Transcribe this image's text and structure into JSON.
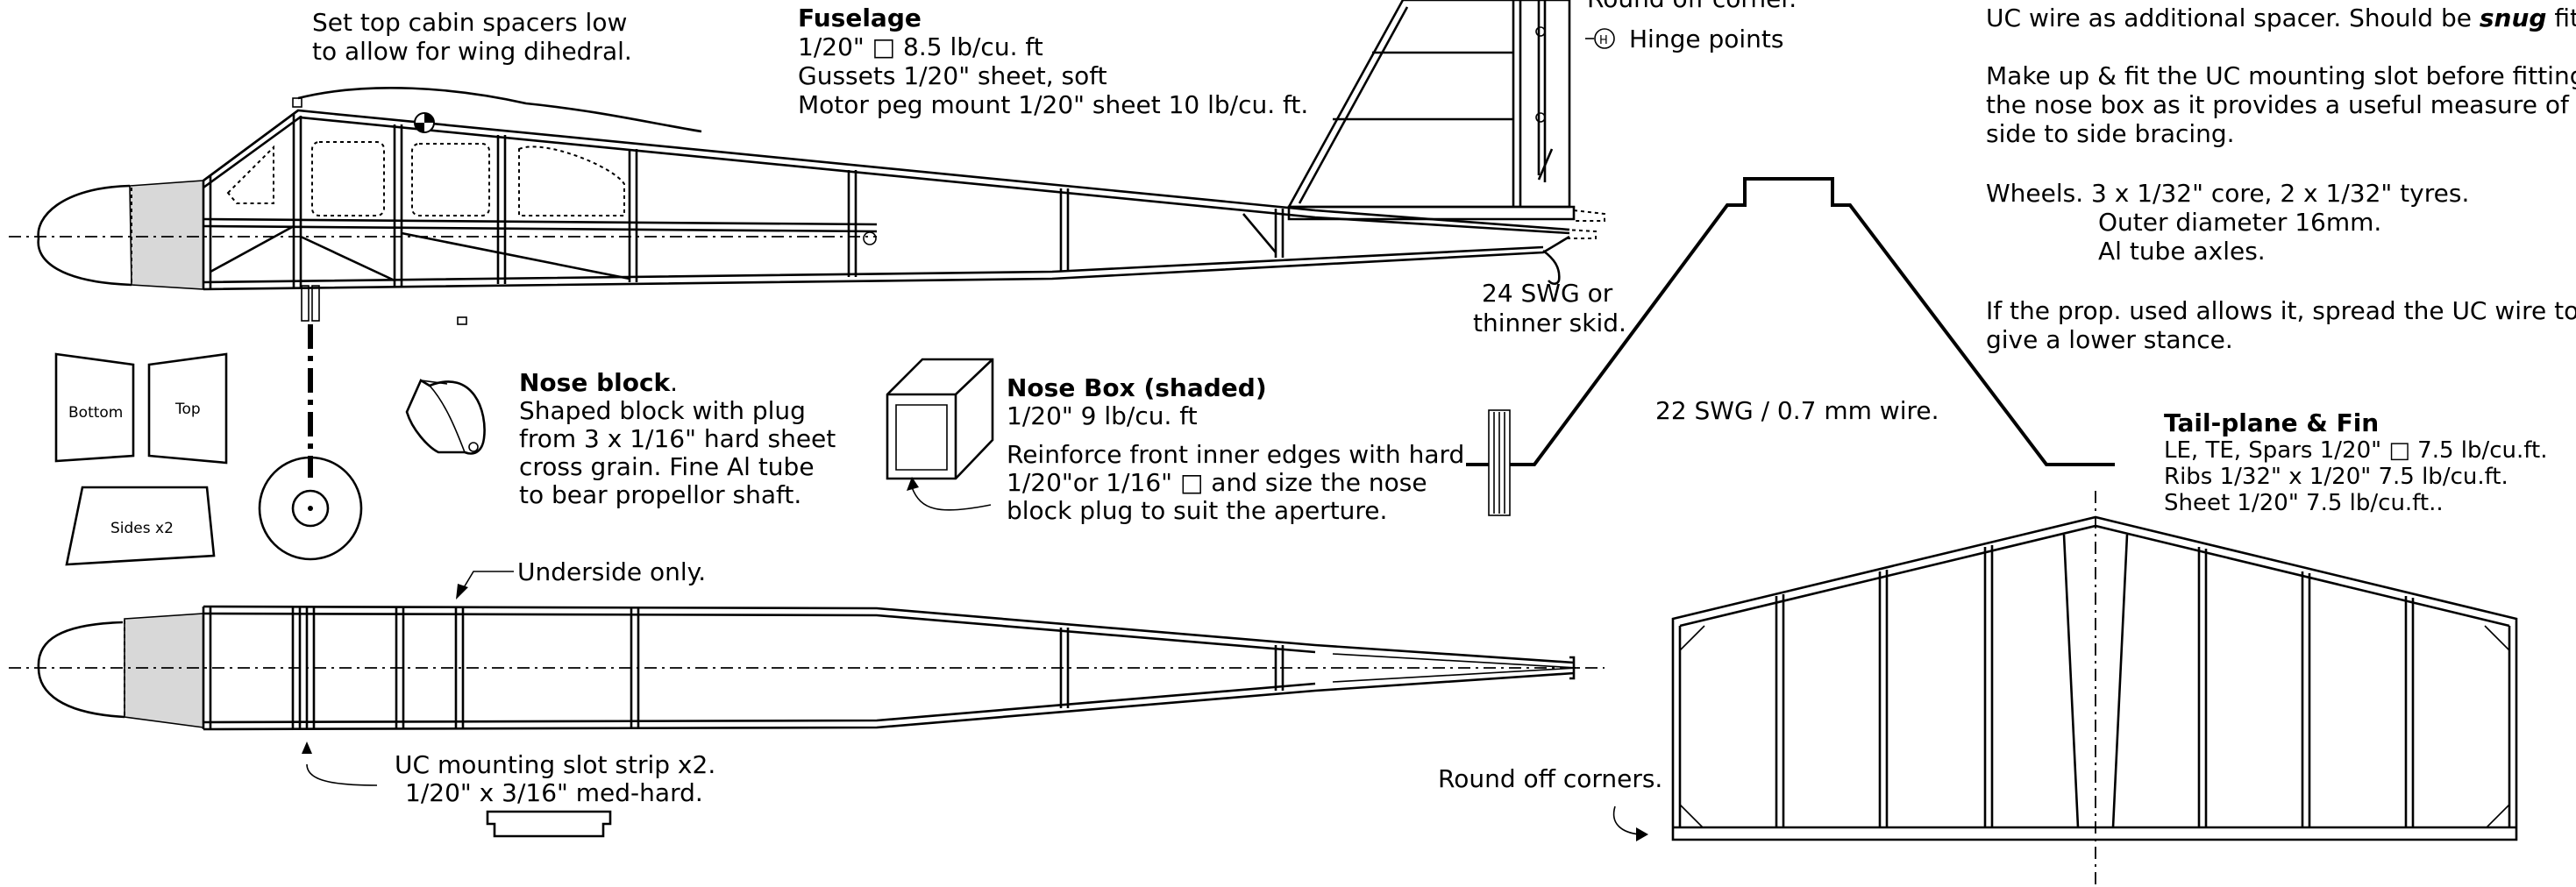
{
  "notes": {
    "cabin_1": "Set top cabin spacers low",
    "cabin_2": "to allow for wing dihedral.",
    "fuselage_title": "Fuselage",
    "fuselage_1": "1/20\" □  8.5 lb/cu. ft",
    "fuselage_2": "Gussets 1/20\" sheet, soft",
    "fuselage_3": "Motor peg mount 1/20\" sheet 10 lb/cu. ft.",
    "round_corner_top": "Round off corner.",
    "hinge_points": "Hinge points",
    "spacer_line": "UC wire as additional spacer. Should be ",
    "spacer_em": "snug",
    "spacer_end": " fit.",
    "uc_slot_1": "Make up & fit the UC mounting slot before fitting",
    "uc_slot_2": "the nose box as it provides a useful measure of",
    "uc_slot_3": "side to side bracing.",
    "wheels_1": "Wheels.  3 x 1/32\" core, 2 x 1/32\" tyres.",
    "wheels_2": "Outer diameter 16mm.",
    "wheels_3": "Al tube axles.",
    "prop_1": "If the prop. used allows it, spread the UC wire to",
    "prop_2": "give a lower stance.",
    "skid_1": "24 SWG or",
    "skid_2": "thinner skid.",
    "wire": "22 SWG / 0.7 mm wire.",
    "nose_block_title": "Nose block",
    "nose_block_dot": ".",
    "nose_block_1": "Shaped block with plug",
    "nose_block_2": "from 3 x 1/16\" hard sheet",
    "nose_block_3": "cross grain. Fine Al tube",
    "nose_block_4": "to bear propellor shaft.",
    "nose_box_title": "Nose Box (shaded)",
    "nose_box_1": "1/20\" 9 lb/cu. ft",
    "nose_box_2": "Reinforce front inner edges with hard",
    "nose_box_3": "1/20\"or 1/16\" □ and size the nose",
    "nose_box_4": "block plug to suit the aperture.",
    "tail_title": "Tail-plane & Fin",
    "tail_1": "LE, TE, Spars 1/20\" □ 7.5 lb/cu.ft.",
    "tail_2": "Ribs 1/32\" x 1/20\" 7.5 lb/cu.ft.",
    "tail_3": "Sheet 1/20\" 7.5 lb/cu.ft..",
    "underside": "Underside only.",
    "uc_strip_1": "UC mounting slot strip x2.",
    "uc_strip_2": "1/20\" x 3/16\" med-hard.",
    "round_corners_tail": "Round off corners.",
    "part_bottom": "Bottom",
    "part_top": "Top",
    "part_sides": "Sides x2"
  }
}
